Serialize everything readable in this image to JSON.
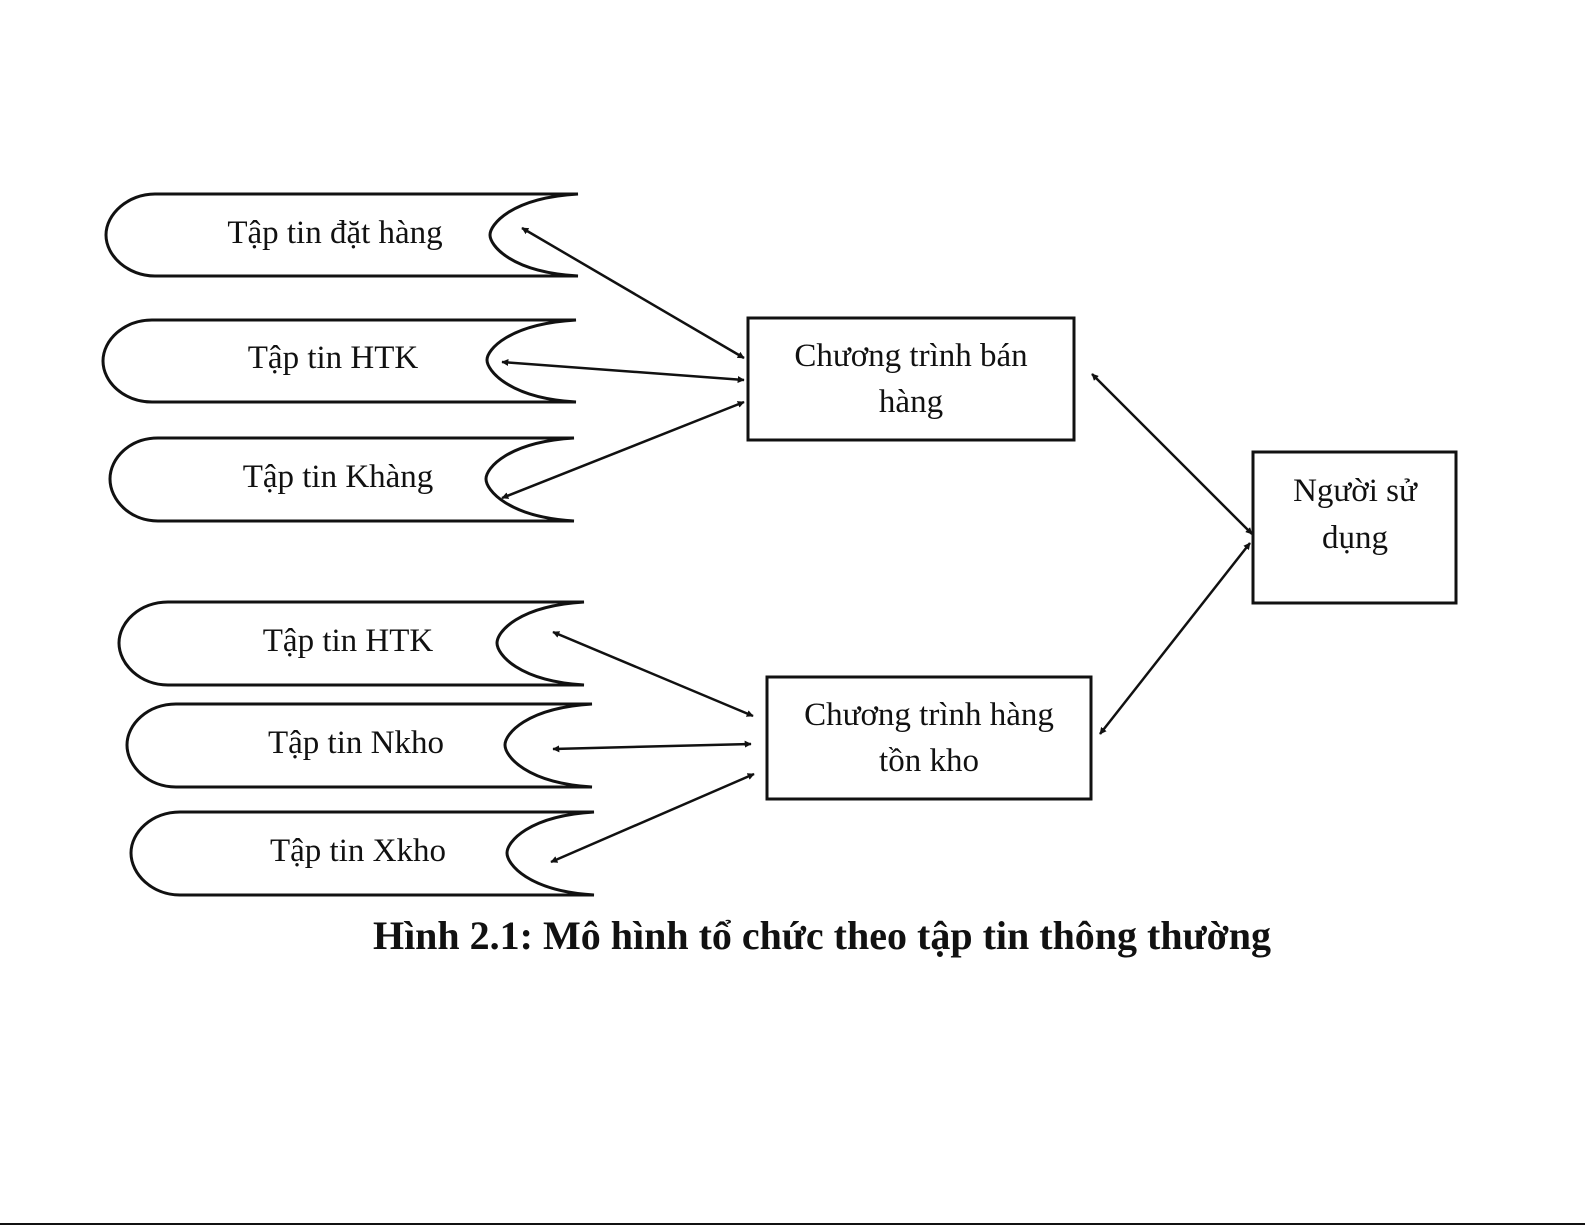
{
  "diagram": {
    "files_group_sales": [
      {
        "label": "Tập tin đặt hàng"
      },
      {
        "label": "Tập tin HTK"
      },
      {
        "label": "Tập tin Khàng"
      }
    ],
    "files_group_inventory": [
      {
        "label": "Tập tin HTK"
      },
      {
        "label": "Tập tin Nkho"
      },
      {
        "label": "Tập tin Xkho"
      }
    ],
    "programs": {
      "sales": {
        "lines": [
          "Chương trình bán",
          "hàng"
        ]
      },
      "inventory": {
        "lines": [
          "Chương trình hàng",
          "tồn kho"
        ]
      }
    },
    "user": {
      "lines": [
        "Người sử",
        "dụng"
      ]
    },
    "connections": [
      {
        "from": "files_group_sales.0",
        "to": "programs.sales",
        "direction": "both"
      },
      {
        "from": "files_group_sales.1",
        "to": "programs.sales",
        "direction": "both"
      },
      {
        "from": "files_group_sales.2",
        "to": "programs.sales",
        "direction": "both"
      },
      {
        "from": "files_group_inventory.0",
        "to": "programs.inventory",
        "direction": "both"
      },
      {
        "from": "files_group_inventory.1",
        "to": "programs.inventory",
        "direction": "both"
      },
      {
        "from": "files_group_inventory.2",
        "to": "programs.inventory",
        "direction": "both"
      },
      {
        "from": "programs.sales",
        "to": "user",
        "direction": "both"
      },
      {
        "from": "programs.inventory",
        "to": "user",
        "direction": "both"
      }
    ]
  },
  "caption": "Hình 2.1: Mô hình tổ chức theo tập tin thông thường"
}
